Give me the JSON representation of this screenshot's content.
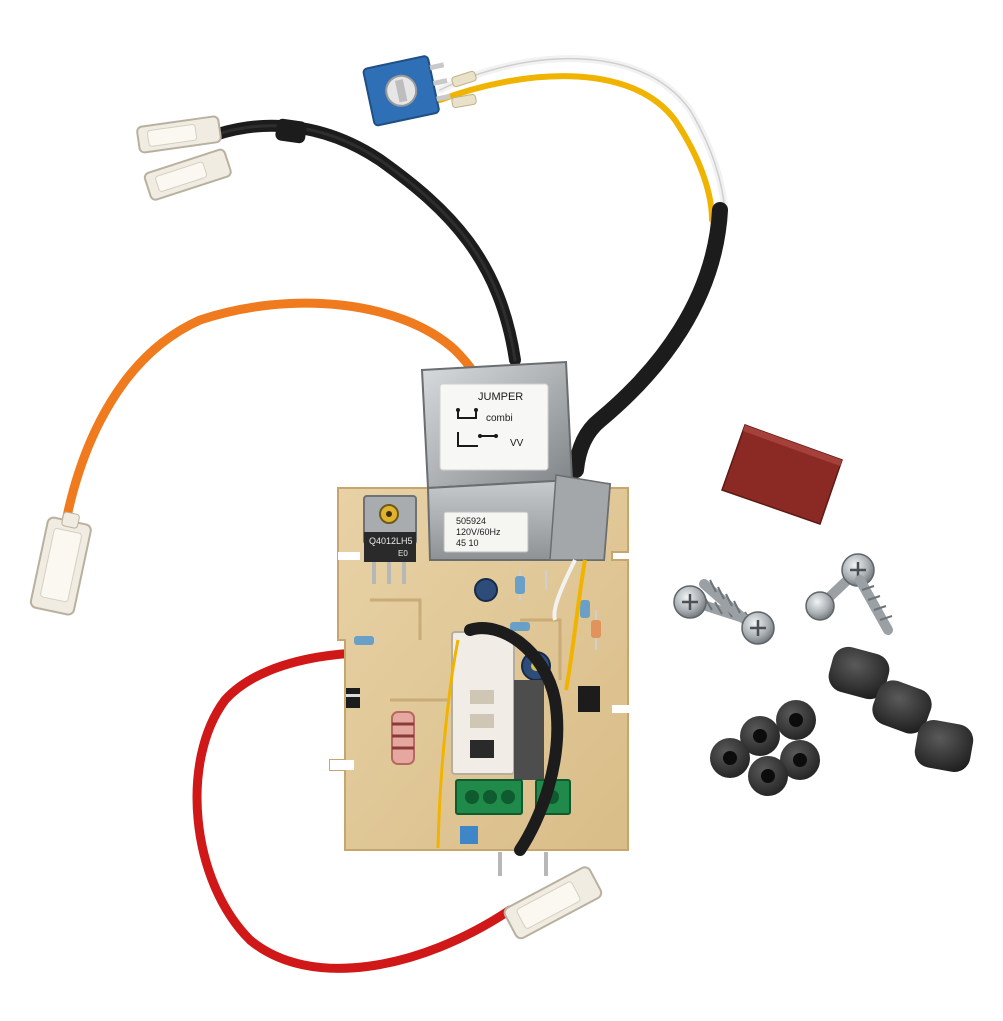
{
  "photo": {
    "background": "#ffffff"
  },
  "shield_label": {
    "title": "JUMPER",
    "option_1": "combi",
    "option_2": "VV"
  },
  "rating_label": {
    "line_1": "505924",
    "line_2": "120V/60Hz",
    "line_3": "45 10"
  },
  "component_marking": {
    "line_1": "Q4012LH5",
    "line_2": "E0"
  },
  "colors": {
    "board": "#e3c99a",
    "board_edge": "#c7a56e",
    "shield": "#b9bcbf",
    "wire_orange": "#f07a1e",
    "wire_red": "#d01818",
    "wire_black": "#1c1c1c",
    "wire_white": "#f2f2f2",
    "wire_yellow": "#f0b400",
    "terminal_green": "#1f8a4a",
    "pad_felt": "#8b2a24",
    "potentiometer": "#2f6fb5"
  }
}
